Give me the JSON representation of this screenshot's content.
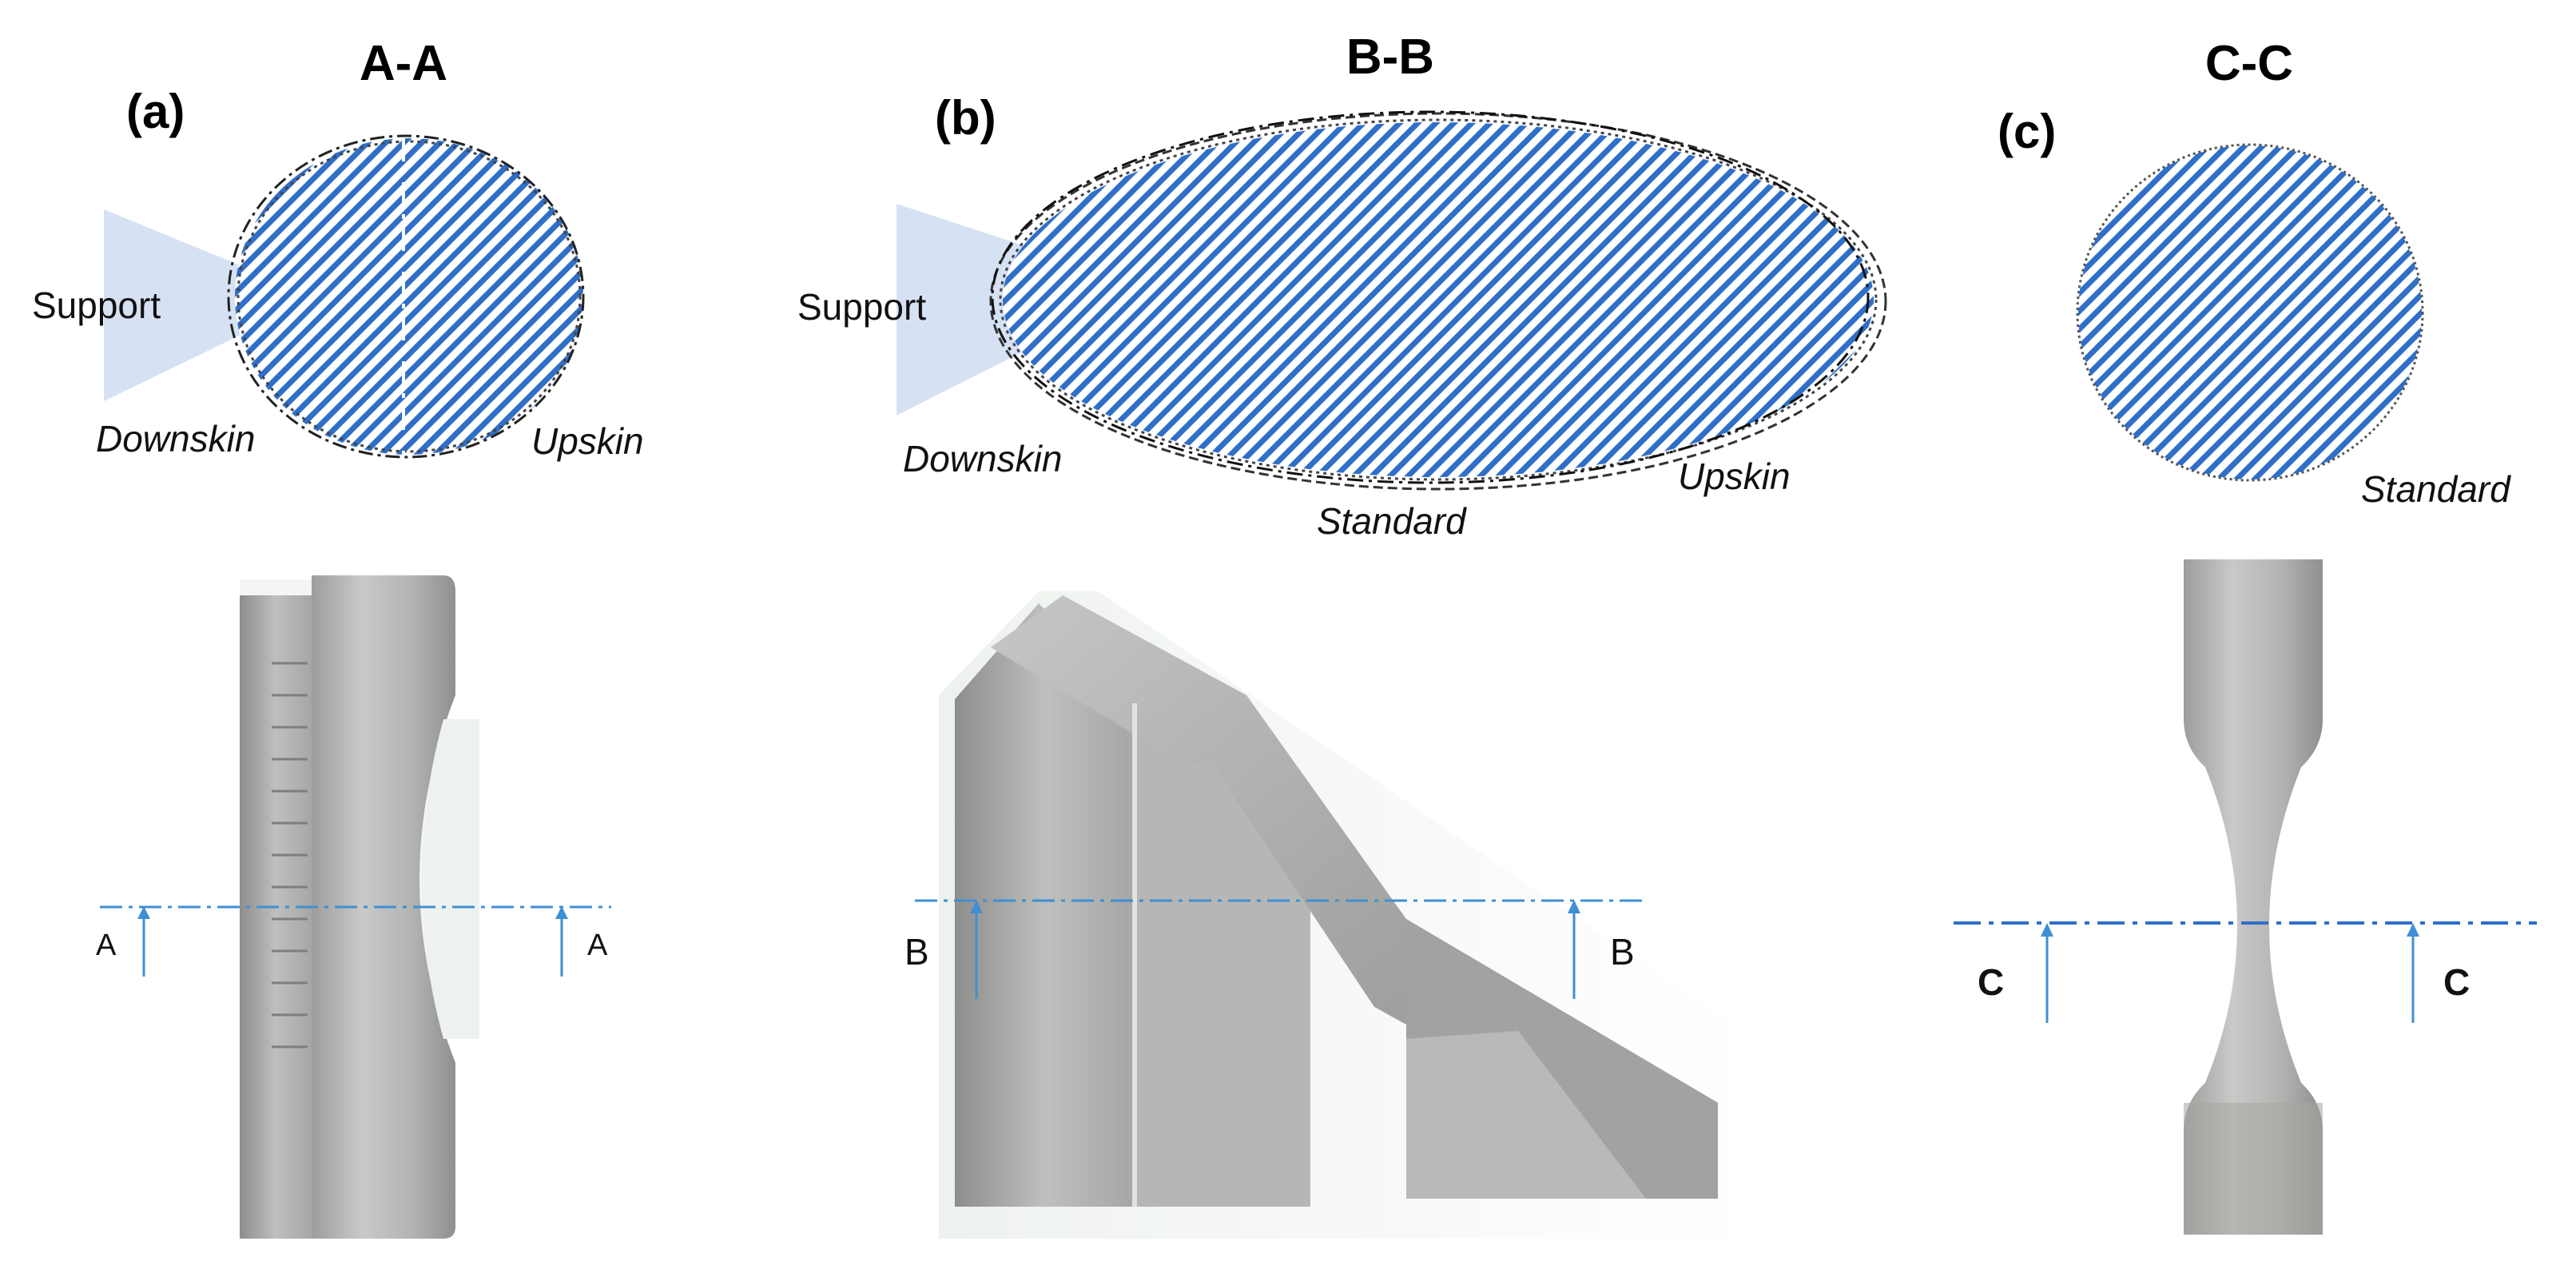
{
  "colors": {
    "hatch": "#2f6fc8",
    "support": "#d6e2f3",
    "cut_line": "#3f8fd4",
    "metal_light": "#c8c8c6",
    "metal_mid": "#a9a9a7",
    "metal_dark": "#8a8a88"
  },
  "panels": {
    "a": {
      "label": "(a)",
      "title": "A-A",
      "support": "Support",
      "downskin": "Downskin",
      "upskin": "Upskin",
      "section_left": "A",
      "section_right": "A"
    },
    "b": {
      "label": "(b)",
      "title": "B-B",
      "support": "Support",
      "downskin": "Downskin",
      "upskin": "Upskin",
      "standard": "Standard",
      "section_left": "B",
      "section_right": "B"
    },
    "c": {
      "label": "(c)",
      "title": "C-C",
      "standard": "Standard",
      "section_left": "C",
      "section_right": "C"
    }
  }
}
